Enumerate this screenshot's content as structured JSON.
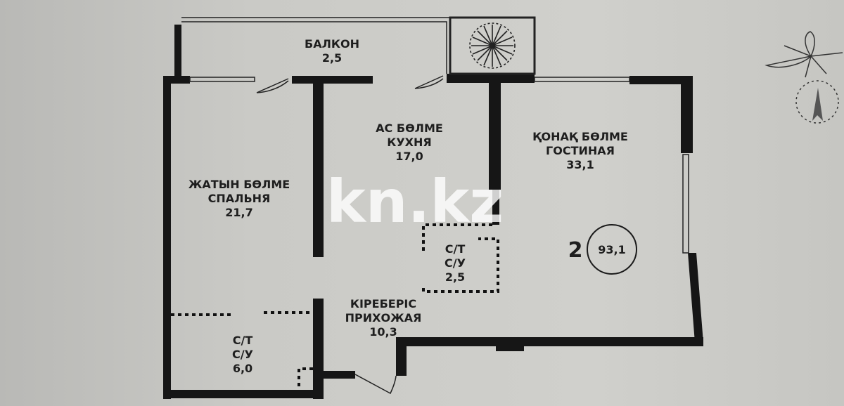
{
  "rooms": {
    "balcony": {
      "name": "БАЛКОН",
      "area": "2,5"
    },
    "kitchen": {
      "name_kz": "АС БӨЛМЕ",
      "name_ru": "КУХНЯ",
      "area": "17,0"
    },
    "bedroom": {
      "name_kz": "ЖАТЫН БӨЛМЕ",
      "name_ru": "СПАЛЬНЯ",
      "area": "21,7"
    },
    "living": {
      "name_kz": "ҚОНАҚ БӨЛМЕ",
      "name_ru": "ГОСТИНАЯ",
      "area": "33,1"
    },
    "bath_small": {
      "name_kz": "С/Т",
      "name_ru": "С/У",
      "area": "2,5"
    },
    "hall": {
      "name_kz": "КІРЕБЕРІС",
      "name_ru": "ПРИХОЖАЯ",
      "area": "10,3"
    },
    "bath_large": {
      "name_kz": "С/Т",
      "name_ru": "С/У",
      "area": "6,0"
    }
  },
  "apartment": {
    "rooms_count": "2",
    "total_area": "93,1"
  },
  "watermark": "kn.kz",
  "compass": "north-arrow-icon"
}
